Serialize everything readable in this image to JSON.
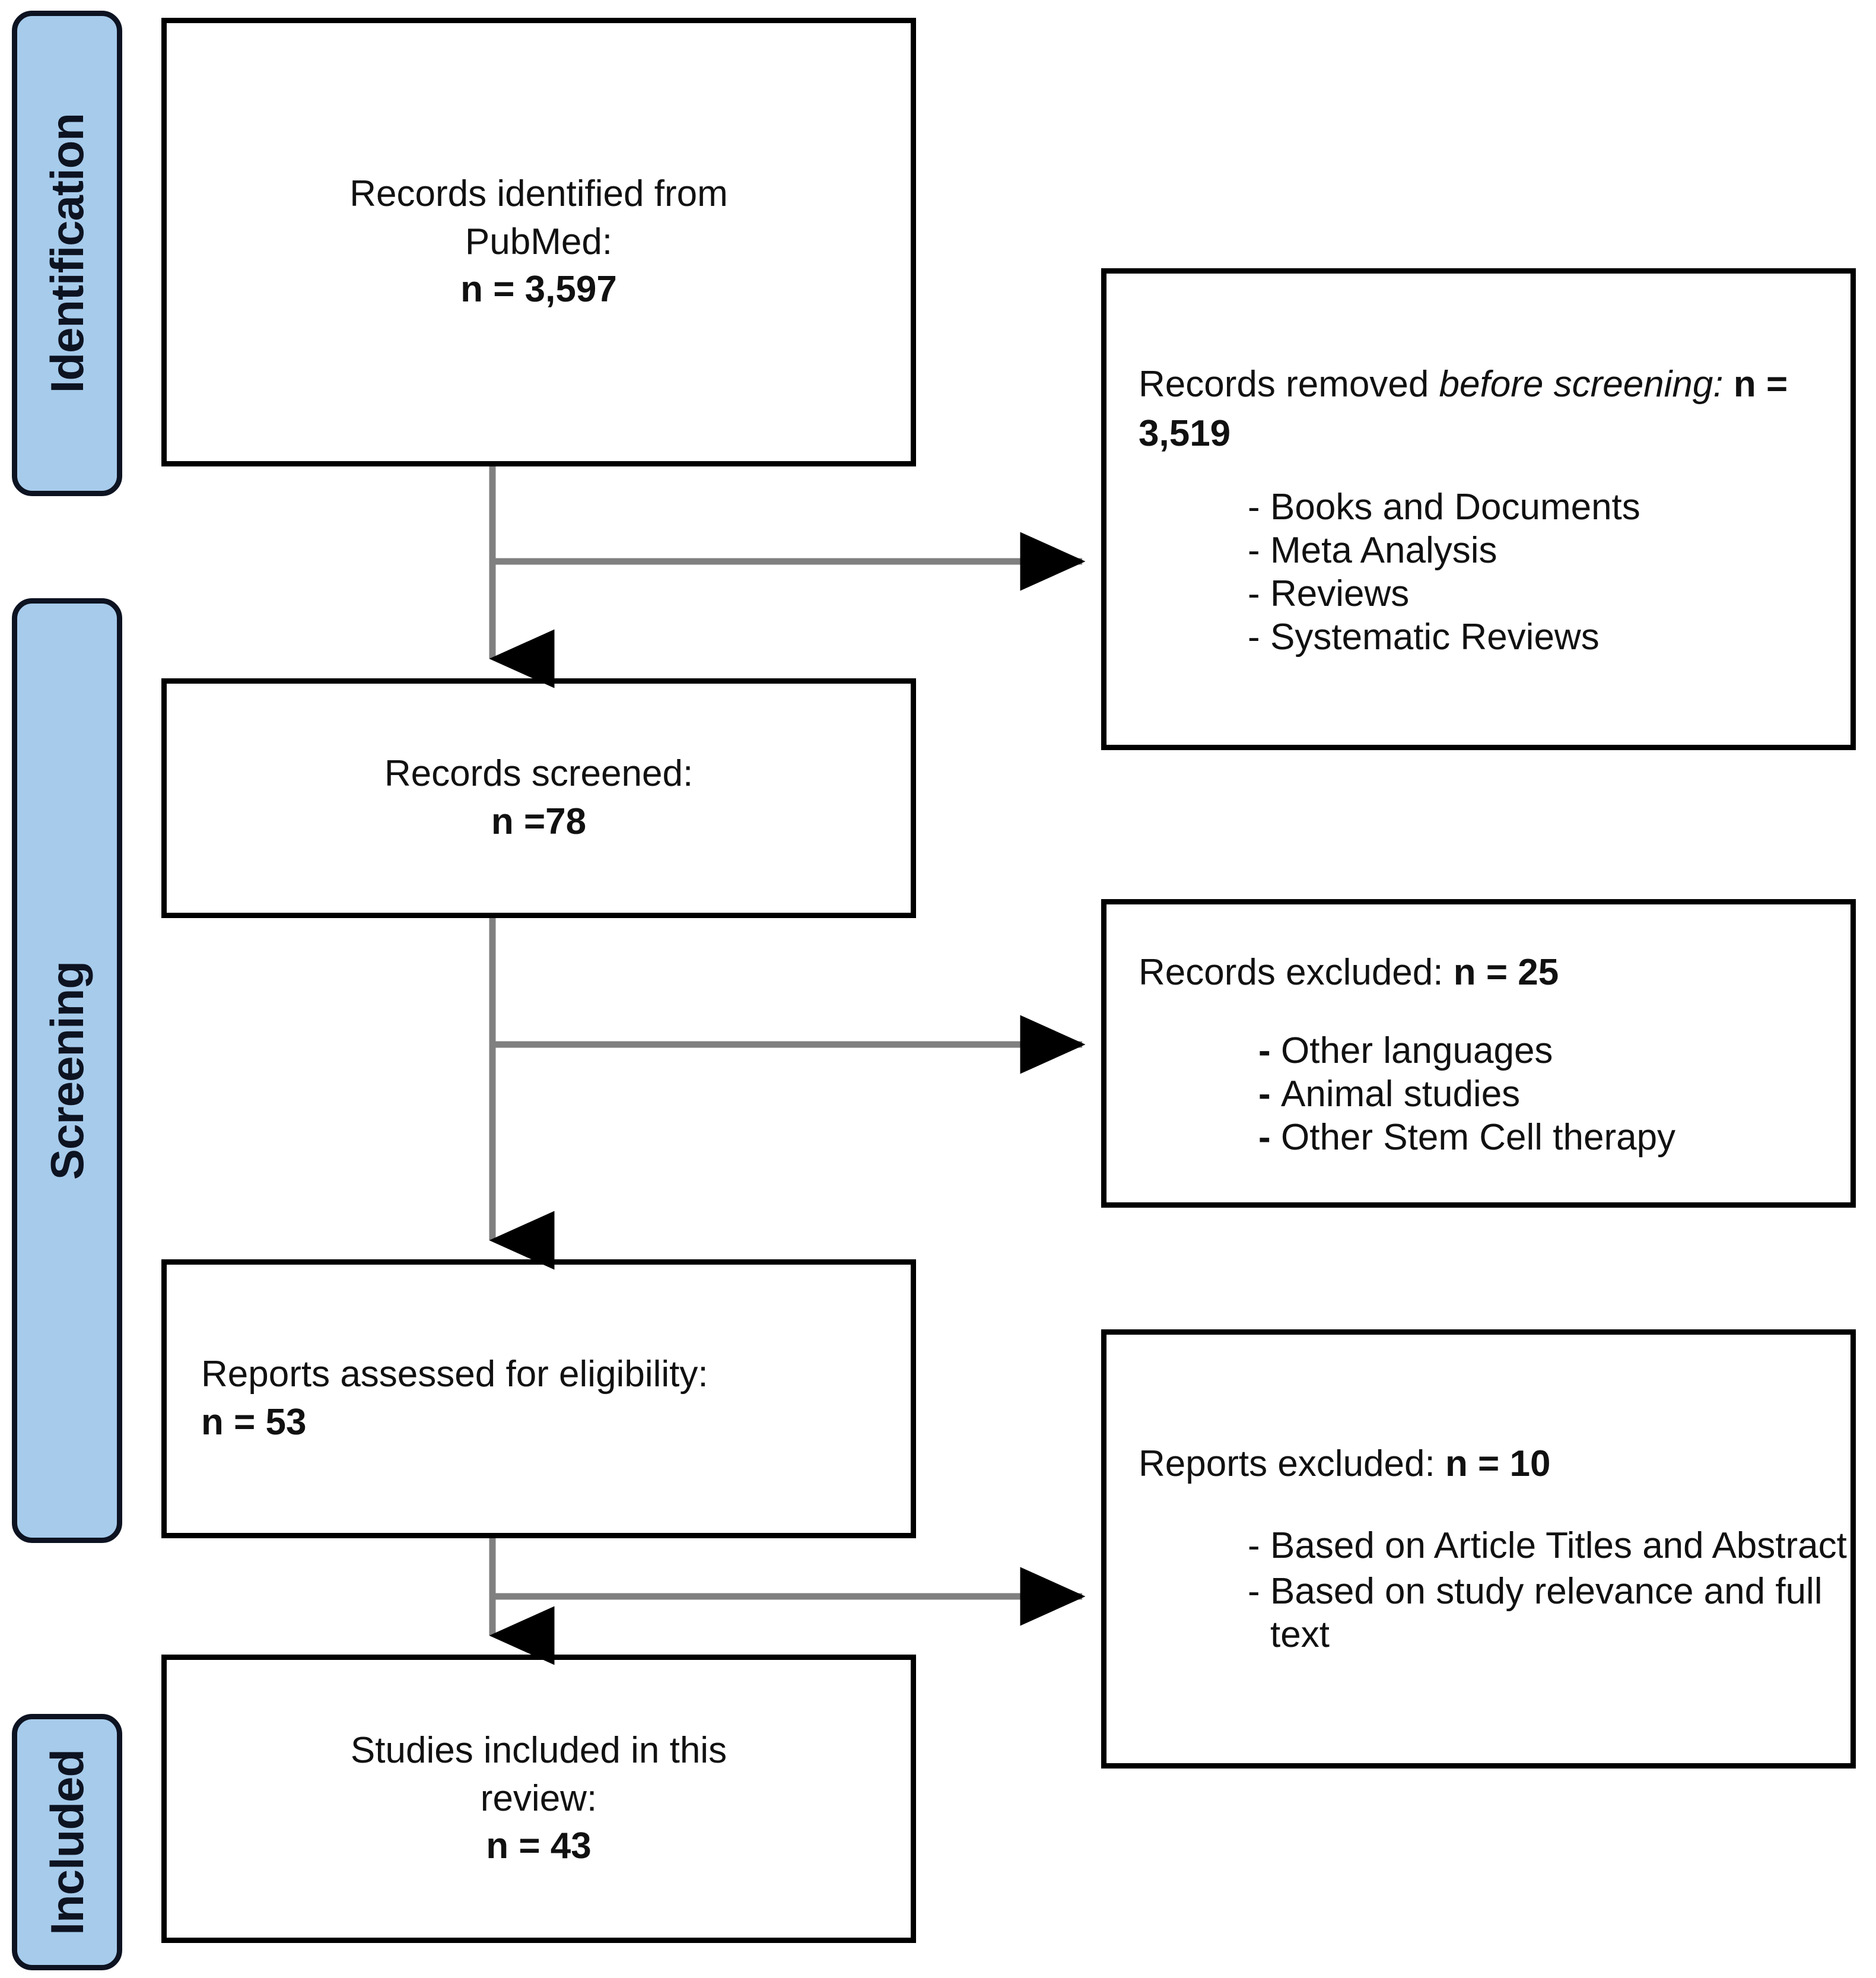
{
  "diagram": {
    "title": "PRISMA flow diagram",
    "line_color": "#808080",
    "tab_fill": "#a7cbeb",
    "tab_border": "#0d1321",
    "box_border": "#000000"
  },
  "phases": [
    {
      "id": "identification",
      "label": "Identification"
    },
    {
      "id": "screening",
      "label": "Screening"
    },
    {
      "id": "included",
      "label": "Included"
    }
  ],
  "boxes": {
    "identified": {
      "line1": "Records identified from",
      "line2": "PubMed:",
      "count": "n = 3,597"
    },
    "screened": {
      "line1": "Records screened:",
      "count": "n =78"
    },
    "eligibility": {
      "line1": "Reports assessed for eligibility:",
      "count": "n = 53"
    },
    "included": {
      "line1": "Studies included in this",
      "line2": "review:",
      "count": "n = 43"
    },
    "removed_before": {
      "head_pre": "Records removed ",
      "head_italic": "before screening",
      "head_post": ": ",
      "count": "n = 3,519",
      "bullet_marker": "-",
      "bullets": [
        "Books and Documents",
        "Meta Analysis",
        "Reviews",
        "Systematic Reviews"
      ]
    },
    "records_excluded": {
      "head": "Records excluded: ",
      "count": "n = 25",
      "bullet_marker": "-",
      "bullets": [
        "Other languages",
        "Animal studies",
        "Other Stem Cell therapy"
      ]
    },
    "reports_excluded": {
      "head": "Reports excluded: ",
      "count": "n = 10",
      "bullet_marker": "-",
      "bullets": [
        "Based on Article Titles and Abstract",
        "Based on study relevance and full text"
      ]
    }
  }
}
